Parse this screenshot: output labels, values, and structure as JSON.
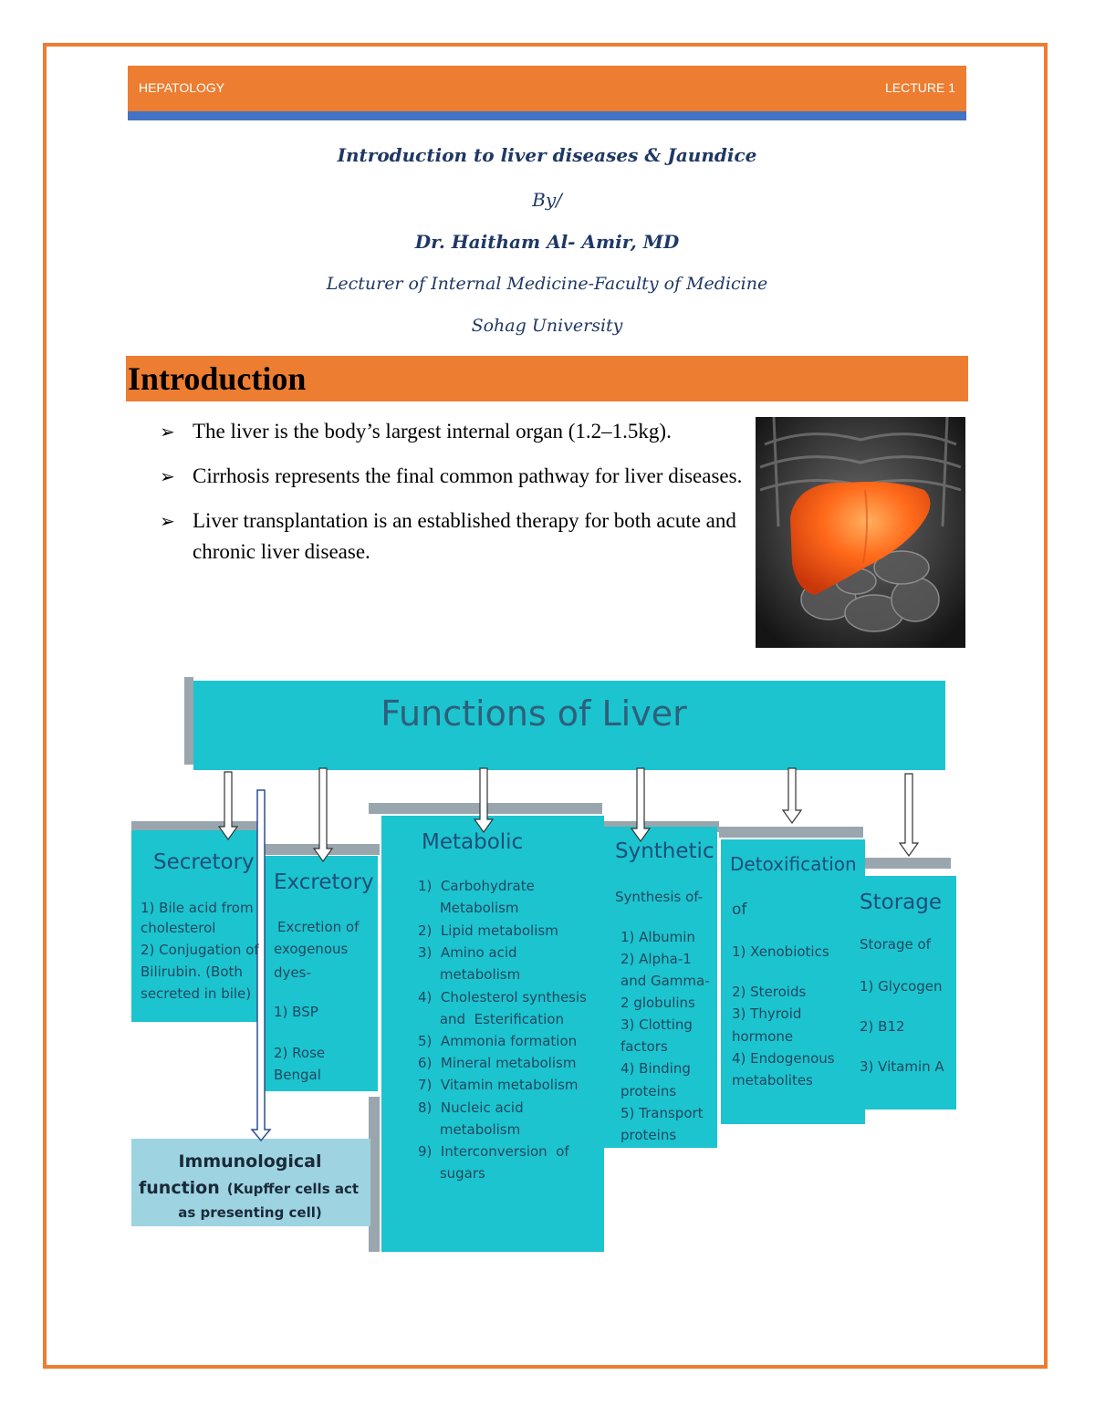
{
  "header": {
    "left": "HEPATOLOGY",
    "right": "LECTURE 1"
  },
  "title": {
    "main": "Introduction to liver diseases & Jaundice",
    "by": "By/",
    "author": "Dr. Haitham Al- Amir, MD",
    "position": "Lecturer of Internal Medicine-Faculty of Medicine",
    "university": "Sohag University"
  },
  "section": {
    "heading": "Introduction"
  },
  "bullets": [
    "The liver is the body’s largest internal organ (1.2–1.5kg).",
    "Cirrhosis represents the final common pathway for liver diseases.",
    "Liver transplantation is an established therapy for both acute and chronic liver disease."
  ],
  "bullet_mark": "➢",
  "colors": {
    "accent_orange": "#ed7d31",
    "accent_blue": "#4472c4",
    "title_navy": "#1f3864",
    "diagram_cyan": "#1bc4cf",
    "immuno_blue": "#9ed3e2"
  },
  "diagram": {
    "title": "Functions of Liver",
    "secretory": {
      "title": "Secretory",
      "lines": [
        "1) Bile acid from",
        "cholesterol",
        "2) Conjugation of",
        "Bilirubin. (Both",
        "secreted in bile)"
      ]
    },
    "excretory": {
      "title": "Excretory",
      "lines": [
        "Excretion of",
        "exogenous",
        "dyes-",
        "1) BSP",
        "2) Rose",
        "Bengal"
      ]
    },
    "metabolic": {
      "title": "Metabolic",
      "lines": [
        "1)  Carbohydrate",
        "     Metabolism",
        "2)  Lipid metabolism",
        "3)  Amino acid",
        "     metabolism",
        "4)  Cholesterol synthesis",
        "     and  Esterification",
        "5)  Ammonia formation",
        "6)  Mineral metabolism",
        "7)  Vitamin metabolism",
        "8)  Nucleic acid",
        "     metabolism",
        "9)  Interconversion  of",
        "     sugars"
      ]
    },
    "synthetic": {
      "title": "Synthetic",
      "lines": [
        "Synthesis of-",
        "1) Albumin",
        "2) Alpha-1",
        "and Gamma-",
        "2 globulins",
        "3) Clotting",
        "factors",
        "4) Binding",
        "proteins",
        "5) Transport",
        "proteins"
      ]
    },
    "detox": {
      "title": "Detoxification",
      "lines": [
        "of",
        "1) Xenobiotics",
        "2) Steroids",
        "3) Thyroid",
        "hormone",
        "4) Endogenous",
        "metabolites"
      ]
    },
    "storage": {
      "title": "Storage",
      "lines": [
        "Storage of",
        "1) Glycogen",
        "2) B12",
        "3) Vitamin A"
      ]
    },
    "immunological": {
      "title": "Immunological",
      "line2a": "function",
      "line2b": "(Kupffer cells  act",
      "line3": "as presenting cell)"
    }
  }
}
